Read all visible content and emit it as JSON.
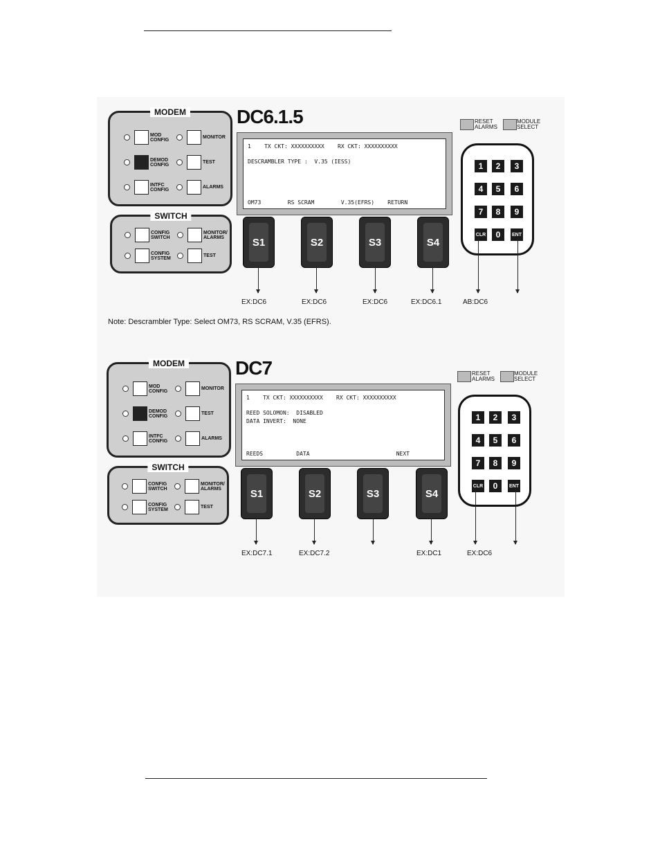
{
  "page": {
    "note": "Note: Descrambler Type: Select OM73, RS SCRAM, V.35 (EFRS)."
  },
  "common": {
    "modem_title": "MODEM",
    "switch_title": "SWITCH",
    "modem_keys": [
      {
        "label": "MOD CONFIG",
        "filled": false
      },
      {
        "label": "MONITOR",
        "filled": false
      },
      {
        "label": "DEMOD CONFIG",
        "filled": true
      },
      {
        "label": "TEST",
        "filled": false
      },
      {
        "label": "INTFC CONFIG",
        "filled": false
      },
      {
        "label": "ALARMS",
        "filled": false
      }
    ],
    "switch_keys": [
      {
        "label": "CONFIG SWITCH"
      },
      {
        "label": "MONITOR/ ALARMS"
      },
      {
        "label": "CONFIG SYSTEM"
      },
      {
        "label": "TEST"
      }
    ],
    "reset_label": "RESET ALARMS",
    "module_label": "MODULE SELECT",
    "keypad": [
      "1",
      "2",
      "3",
      "4",
      "5",
      "6",
      "7",
      "8",
      "9",
      "CLR",
      "0",
      "ENT"
    ],
    "softkeys": [
      "S1",
      "S2",
      "S3",
      "S4"
    ]
  },
  "diagrams": [
    {
      "title": "DC6.1.5",
      "screen_lines": [
        "1    TX CKT: XXXXXXXXXX    RX CKT: XXXXXXXXXX",
        "DESCRAMBLER TYPE :  V.35 (IESS)",
        "",
        "OM73        RS SCRAM        V.35(EFRS)    RETURN"
      ],
      "destinations": [
        "EX:DC6",
        "EX:DC6",
        "EX:DC6",
        "EX:DC6.1",
        "AB:DC6",
        ""
      ]
    },
    {
      "title": "DC7",
      "screen_lines": [
        "1    TX CKT: XXXXXXXXXX    RX CKT: XXXXXXXXXX",
        "REED SOLOMON:  DISABLED",
        "DATA INVERT:  NONE",
        "REEDS          DATA                          NEXT"
      ],
      "destinations": [
        "EX:DC7.1",
        "EX:DC7.2",
        "",
        "EX:DC1",
        "EX:DC6",
        ""
      ]
    }
  ]
}
